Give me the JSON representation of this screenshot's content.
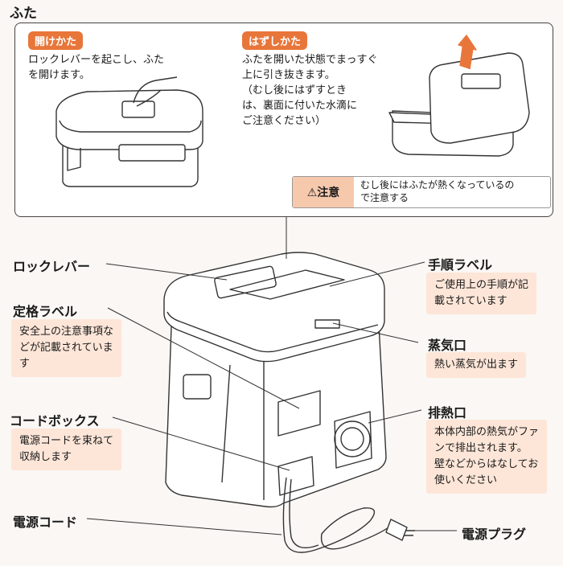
{
  "section_title": "ふた",
  "open": {
    "tag": "開けかた",
    "text": "ロックレバーを起こし、ふた\nを開けます。"
  },
  "remove": {
    "tag": "はずしかた",
    "text": "ふたを開いた状態でまっすぐ\n上に引き抜きます。\n（むし後にはずすとき\nは、裏面に付いた水滴に\nご注意ください）"
  },
  "caution": {
    "head": "⚠注意",
    "text": "むし後にはふたが熱くなっているの\nで注意する"
  },
  "labels": {
    "lock_lever": "ロックレバー",
    "rating_label": "定格ラベル",
    "rating_desc": "安全上の注意事項な\nどが記載されていま\nす",
    "cord_box": "コードボックス",
    "cord_box_desc": "電源コードを束ねて\n収納します",
    "power_cord": "電源コード",
    "procedure_label": "手順ラベル",
    "procedure_desc": "ご使用上の手順が記\n載されています",
    "steam_outlet": "蒸気口",
    "steam_desc": "熱い蒸気が出ます",
    "exhaust": "排熱口",
    "exhaust_desc": "本体内部の熱気がファ\nンで排出されます。\n壁などからはなしてお\n使いください",
    "power_plug": "電源プラグ"
  },
  "colors": {
    "accent": "#e8763a",
    "desc_bg": "#fde6d8",
    "caution_bg": "#f6c9ad"
  }
}
